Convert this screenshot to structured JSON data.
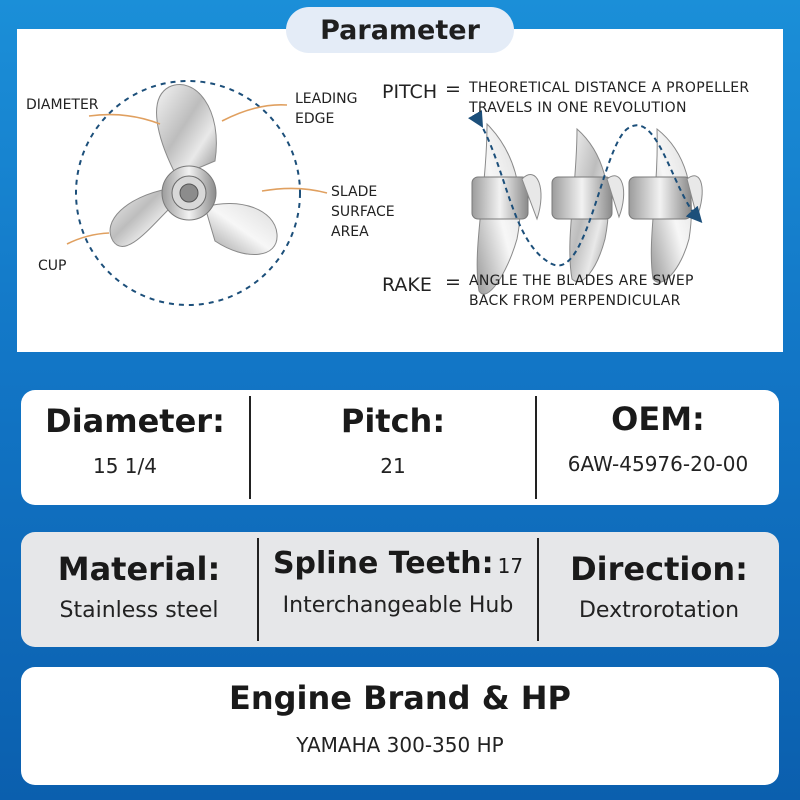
{
  "header": {
    "title": "Parameter"
  },
  "diagram": {
    "labels": {
      "diameter": "DIAMETER",
      "leading_edge_1": "LEADING",
      "leading_edge_2": "EDGE",
      "slade_1": "SLADE",
      "slade_2": "SURFACE",
      "slade_3": "AREA",
      "cup": "CUP"
    },
    "pitch": {
      "term": "PITCH",
      "equals": "=",
      "line1": "THEORETICAL DISTANCE A PROPELLER",
      "line2": "TRAVELS IN ONE REVOLUTION"
    },
    "rake": {
      "term": "RAKE",
      "equals": "=",
      "line1": "ANGLE THE BLADES ARE SWEP",
      "line2": "BACK FROM PERPENDICULAR"
    },
    "colors": {
      "dashed_circle": "#1c4f7a",
      "leader_line": "#e0a060",
      "wave": "#1c4f7a"
    }
  },
  "specs_row1": {
    "diameter": {
      "label": "Diameter:",
      "value": "15 1/4"
    },
    "pitch": {
      "label": "Pitch:",
      "value": "21"
    },
    "oem": {
      "label": "OEM:",
      "value": "6AW-45976-20-00"
    }
  },
  "specs_row2": {
    "material": {
      "label": "Material:",
      "value": "Stainless steel"
    },
    "spline": {
      "label": "Spline Teeth:",
      "count": "17",
      "value": "Interchangeable Hub"
    },
    "direction": {
      "label": "Direction:",
      "value": "Dextrorotation"
    }
  },
  "engine": {
    "label": "Engine Brand & HP",
    "value": "YAMAHA 300-350 HP"
  },
  "colors": {
    "background_top": "#1b8fd8",
    "background_bottom": "#0b5fae",
    "pill": "#e4ecf7",
    "card_white": "#ffffff",
    "card_grey": "#e6e7e9"
  }
}
